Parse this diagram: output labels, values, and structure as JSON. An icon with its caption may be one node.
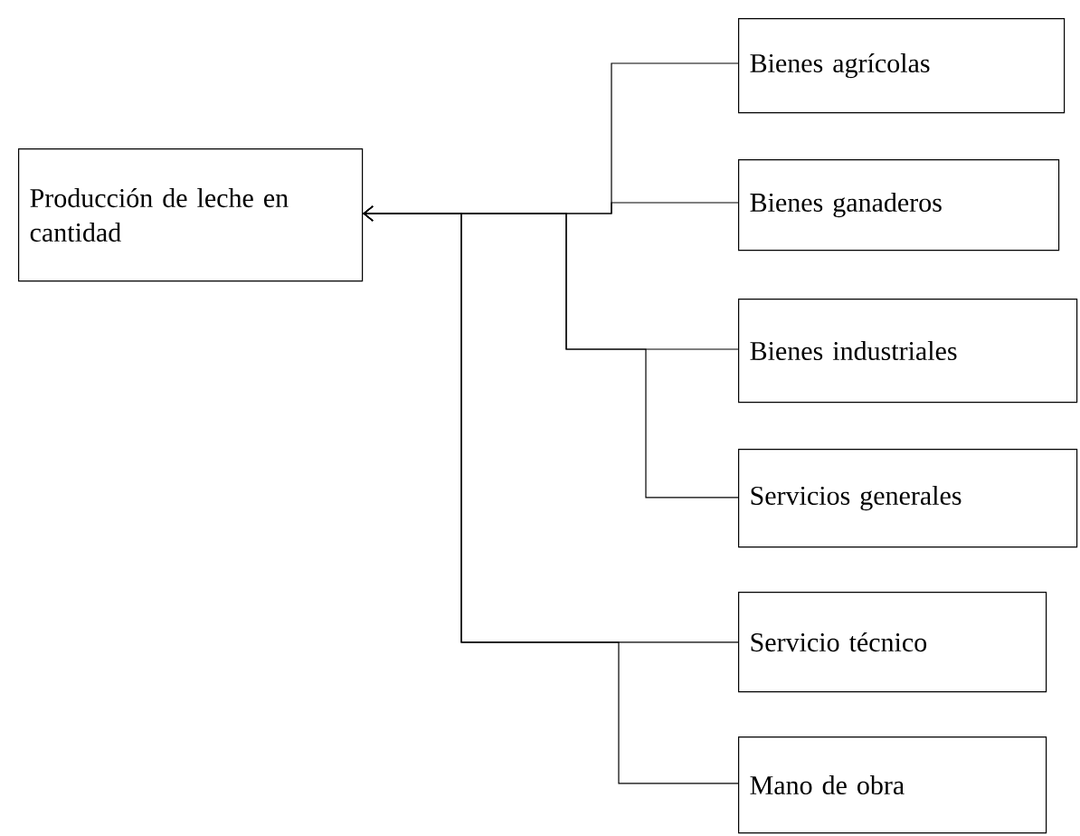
{
  "diagram": {
    "nodes": [
      {
        "text": [
          "Producción de leche en cantidad"
        ]
      },
      {
        "text": [
          "Bienes agrícolas"
        ]
      },
      {
        "text": [
          "Bienes ganaderos"
        ]
      },
      {
        "text": [
          "Bienes industriales"
        ]
      },
      {
        "text": [
          "Servicios generales"
        ]
      },
      {
        "text": [
          "Servicio técnico"
        ]
      },
      {
        "text": [
          "Mano de obra"
        ]
      }
    ],
    "edges": [
      {
        "from": 1,
        "to": 0,
        "arrow": "to"
      },
      {
        "from": 2,
        "to": 0,
        "arrow": "to"
      },
      {
        "from": 3,
        "to": 0,
        "arrow": "to"
      },
      {
        "from": 4,
        "to": 0,
        "arrow": "to"
      },
      {
        "from": 5,
        "to": 0,
        "arrow": "to"
      },
      {
        "from": 6,
        "to": 0,
        "arrow": "to"
      }
    ]
  }
}
